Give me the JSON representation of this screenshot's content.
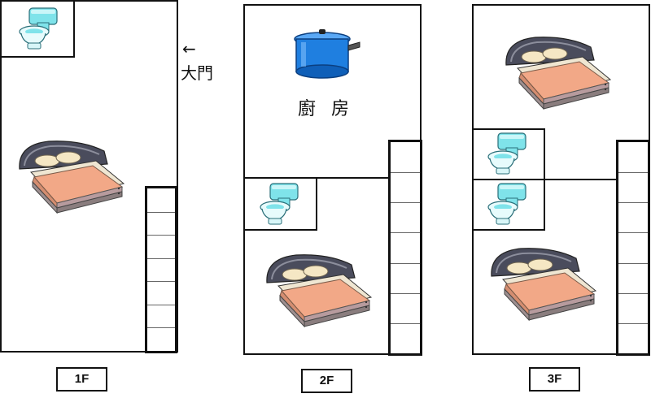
{
  "floors": [
    {
      "label": "1F",
      "door_arrow": "←",
      "door_label": "大門"
    },
    {
      "label": "2F",
      "kitchen_label": "廚 房"
    },
    {
      "label": "3F"
    }
  ],
  "icons": {
    "toilet": "toilet-icon",
    "bed": "bed-icon",
    "pot": "cooking-pot-icon",
    "stairs": "staircase"
  },
  "colors": {
    "outline": "#111111",
    "toilet_tank": "#7fe3ea",
    "bed_frame": "#4a4c5c",
    "bed_blanket": "#f2a887",
    "bed_sheet": "#b79b9e",
    "pot_body": "#1f7fe0"
  }
}
